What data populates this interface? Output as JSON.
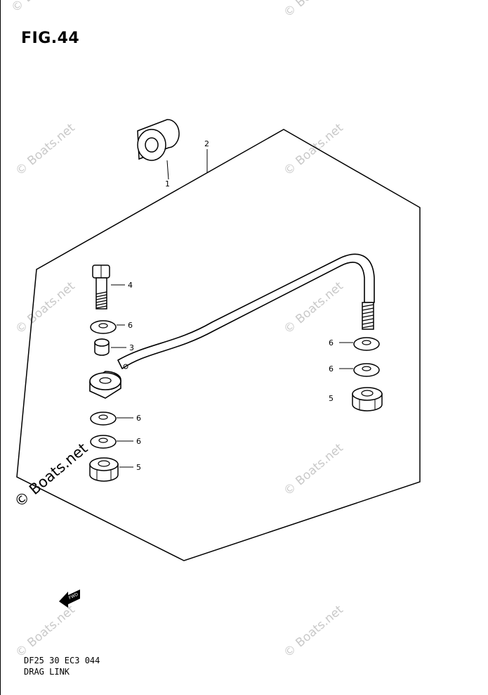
{
  "figure_label": "FIG.44",
  "footer": {
    "code": "DF25 30 EC3 044",
    "name": "DRAG LINK"
  },
  "callouts": [
    "1",
    "2",
    "4",
    "6",
    "3",
    "6",
    "6",
    "5",
    "6",
    "6",
    "5"
  ],
  "watermark": "© Boats.net",
  "fwd_label": "FWD"
}
